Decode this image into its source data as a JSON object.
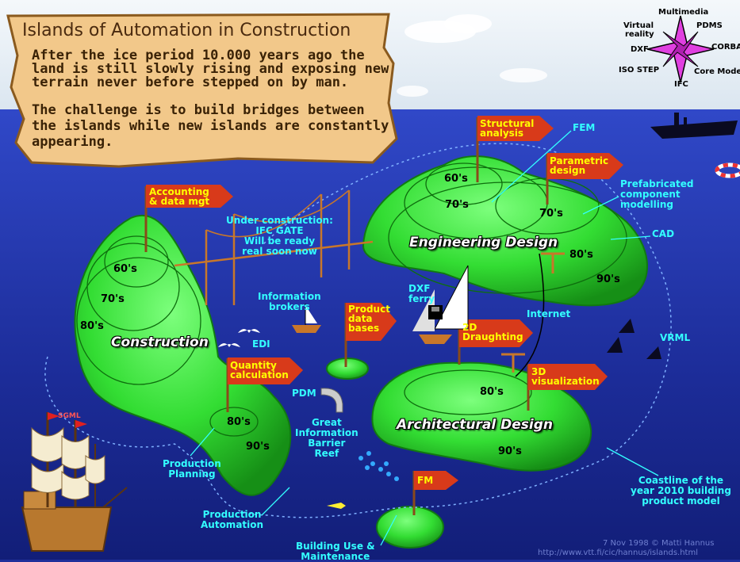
{
  "title": "Islands of Automation in Construction",
  "intro_lines": [
    "After the ice period 10.000 years ago the",
    "land is still slowly rising and exposing new",
    "terrain never before stepped on by man."
  ],
  "challenge_lines": [
    "The challenge is to build bridges between",
    "the islands while new islands are constantly",
    "appearing."
  ],
  "compass": {
    "north": "Multimedia",
    "ne": "PDMS",
    "nw1": "Virtual",
    "nw2": "reality",
    "west": "DXF",
    "east": "CORBA",
    "sw": "ISO STEP",
    "se": "Core Model",
    "south": "IFC"
  },
  "islands": {
    "construction": "Construction",
    "engineering": "Engineering Design",
    "architectural": "Architectural Design"
  },
  "decades": {
    "s60": "60's",
    "s70": "70's",
    "s80": "80's",
    "s90": "90's"
  },
  "flags": {
    "accounting": [
      "Accounting",
      "& data mgt"
    ],
    "structural": [
      "Structural",
      "analysis"
    ],
    "parametric": [
      "Parametric",
      "design"
    ],
    "product": [
      "Product",
      "data",
      "bases"
    ],
    "draughting": [
      "2D",
      "Draughting"
    ],
    "visualization": [
      "3D",
      "visualization"
    ],
    "quantity": [
      "Quantity",
      "calculation"
    ],
    "fm": "FM"
  },
  "labels": {
    "under_construction": [
      "Under construction:",
      "IFC GATE",
      "Will be ready",
      "real soon now"
    ],
    "fem": "FEM",
    "prefab": [
      "Prefabricated",
      "component",
      "modelling"
    ],
    "cad": "CAD",
    "info_brokers": [
      "Information",
      "brokers"
    ],
    "edi": "EDI",
    "dxf_ferry": [
      "DXF",
      "ferry"
    ],
    "internet": "Internet",
    "vrml": "VRML",
    "pdm": "PDM",
    "barrier": [
      "Great",
      "Information",
      "Barrier",
      "Reef"
    ],
    "sgml": "SGML",
    "prod_planning": [
      "Production",
      "Planning"
    ],
    "prod_automation": [
      "Production",
      "Automation"
    ],
    "building_use": [
      "Building Use &",
      "Maintenance"
    ],
    "coastline": [
      "Coastline of the",
      "year 2010 building",
      "product model"
    ]
  },
  "credits": {
    "line1": "7 Nov 1998 © Matti Hannus",
    "line2": "http://www.vtt.fi/cic/hannus/islands.html"
  },
  "colors": {
    "sky": "#e9f1f8",
    "sea": "#1f2f9a",
    "island": "#33dd33",
    "flag": "#d83a1a",
    "label": "#33ffff"
  }
}
